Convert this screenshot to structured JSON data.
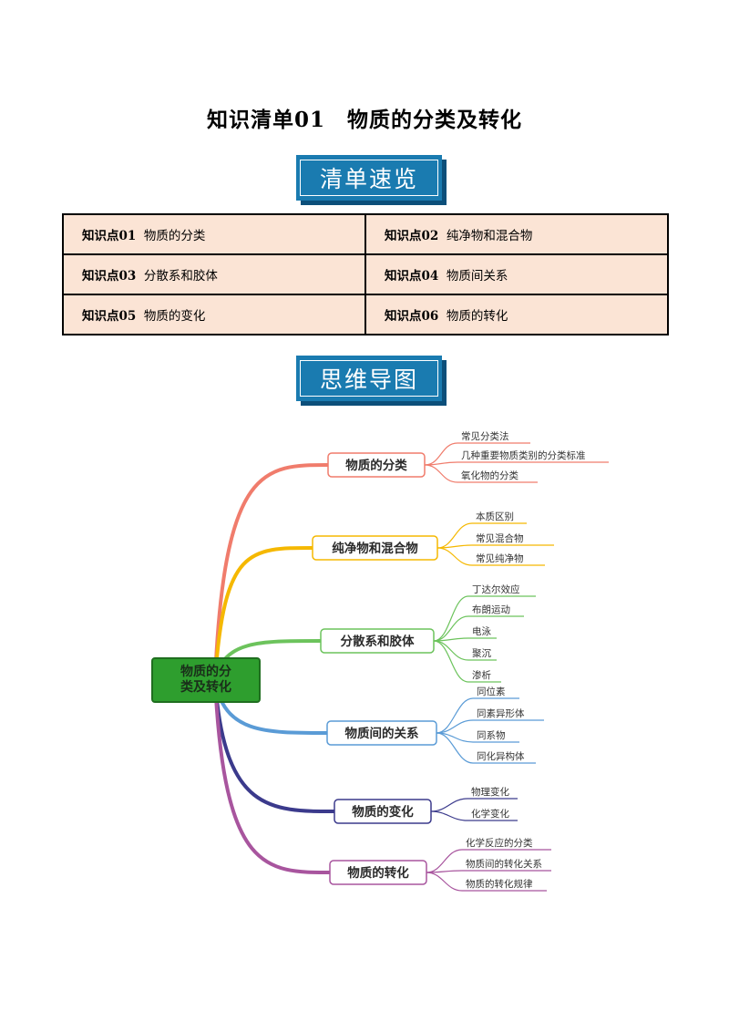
{
  "title": "知识清单01　物质的分类及转化",
  "sections": {
    "overview": "清单速览",
    "mindmap": "思维导图"
  },
  "knowledge_points": [
    {
      "label": "知识点01",
      "name": "物质的分类"
    },
    {
      "label": "知识点02",
      "name": "纯净物和混合物"
    },
    {
      "label": "知识点03",
      "name": "分散系和胶体"
    },
    {
      "label": "知识点04",
      "name": "物质间关系"
    },
    {
      "label": "知识点05",
      "name": "物质的变化"
    },
    {
      "label": "知识点06",
      "name": "物质的转化"
    }
  ],
  "mindmap": {
    "root": [
      "物质的分",
      "类及转化"
    ],
    "branches": [
      {
        "name": "物质的分类",
        "color": "#f07c6c",
        "children": [
          "常见分类法",
          "几种重要物质类别的分类标准",
          "氧化物的分类"
        ]
      },
      {
        "name": "纯净物和混合物",
        "color": "#f5b800",
        "children": [
          "本质区别",
          "常见混合物",
          "常见纯净物"
        ]
      },
      {
        "name": "分散系和胶体",
        "color": "#6cc35c",
        "children": [
          "丁达尔效应",
          "布朗运动",
          "电泳",
          "聚沉",
          "渗析"
        ]
      },
      {
        "name": "物质间的关系",
        "color": "#5a9bd6",
        "children": [
          "同位素",
          "同素异形体",
          "同系物",
          "同化异构体"
        ]
      },
      {
        "name": "物质的变化",
        "color": "#3b3a8c",
        "children": [
          "物理变化",
          "化学变化"
        ]
      },
      {
        "name": "物质的转化",
        "color": "#a8559e",
        "children": [
          "化学反应的分类",
          "物质间的转化关系",
          "物质的转化规律"
        ]
      }
    ]
  }
}
